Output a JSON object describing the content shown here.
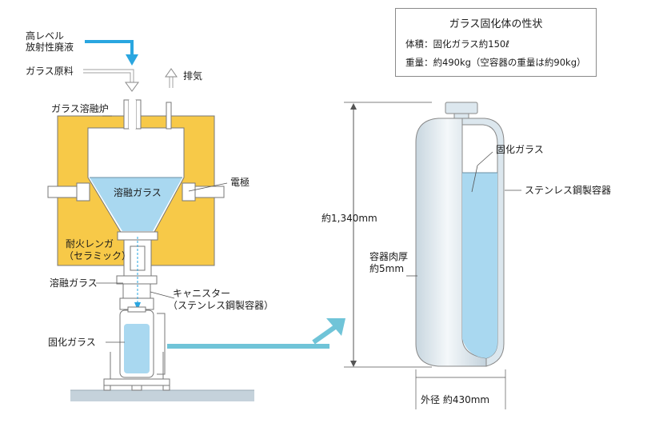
{
  "properties_box": {
    "title": "ガラス固化体の性状",
    "volume": "体積：固化ガラス約150ℓ",
    "weight": "重量：約490kg（空容器の重量は約90kg）"
  },
  "labels": {
    "hlw_1": "高レベル",
    "hlw_2": "放射性廃液",
    "glass_material": "ガラス原料",
    "exhaust": "排気",
    "melter": "ガラス溶融炉",
    "molten_glass_in_melter": "溶融ガラス",
    "electrode": "電極",
    "refractory_1": "耐火レンガ",
    "refractory_2": "（セラミック）",
    "molten_glass_flow": "溶融ガラス",
    "canister_1": "キャニスター",
    "canister_2": "（ステンレス鋼製容器）",
    "solidified_glass_left": "固化ガラス",
    "height": "約1,340mm",
    "wall_1": "容器肉厚",
    "wall_2": "約5mm",
    "solidified_glass_right": "固化ガラス",
    "stainless": "ステンレス鋼製容器",
    "diameter": "外径 約430mm"
  },
  "colors": {
    "refractory": "#f7c948",
    "glass": "#a9d8f0",
    "arrow": "#70c4d8",
    "liquid_arrow": "#2aa6e0",
    "steel": "#dce7ee"
  }
}
